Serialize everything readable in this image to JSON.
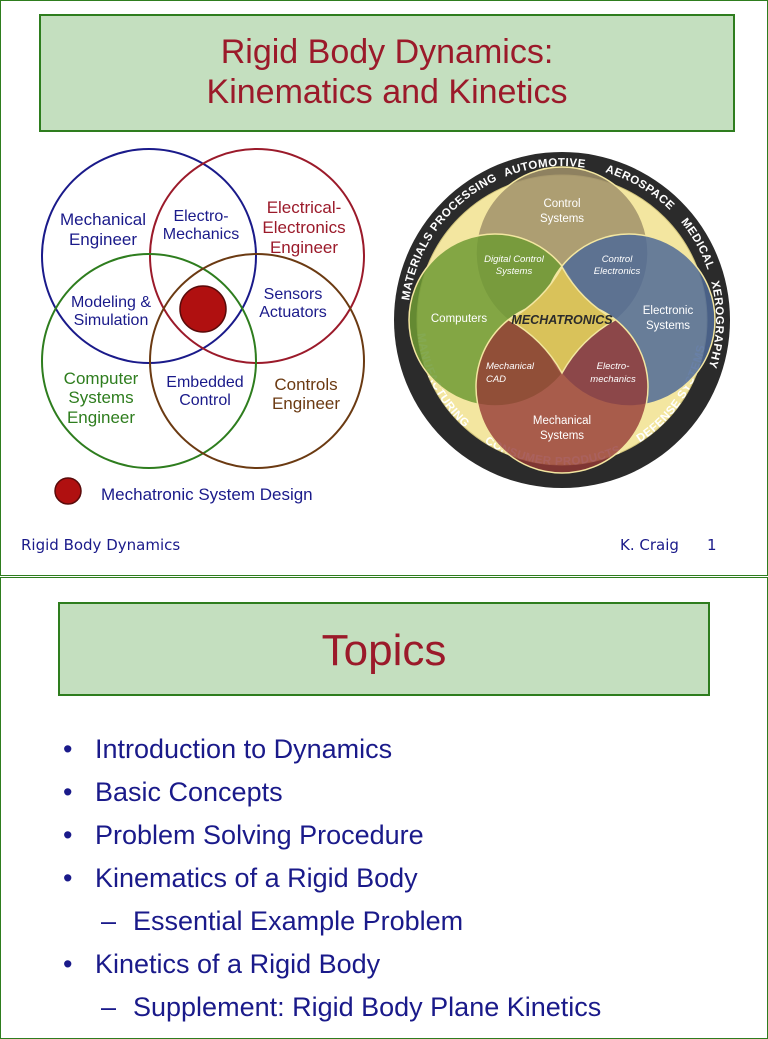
{
  "slide1": {
    "title_line1": "Rigid Body Dynamics:",
    "title_line2": "Kinematics and Kinetics",
    "venn": {
      "mech_line1": "Mechanical",
      "mech_line2": "Engineer",
      "em_line1": "Electro-",
      "em_line2": "Mechanics",
      "ee_line1": "Electrical-",
      "ee_line2": "Electronics",
      "ee_line3": "Engineer",
      "model_line1": "Modeling &",
      "model_line2": "Simulation",
      "sensors_line1": "Sensors",
      "sensors_line2": "Actuators",
      "comp_line1": "Computer",
      "comp_line2": "Systems",
      "comp_line3": "Engineer",
      "emb_line1": "Embedded",
      "emb_line2": "Control",
      "ctrl_line1": "Controls",
      "ctrl_line2": "Engineer",
      "legend": "Mechatronic System Design"
    },
    "wheel": {
      "ring_top": "AUTOMOTIVE",
      "ring_top_right": "AEROSPACE",
      "ring_right_upper": "MEDICAL",
      "ring_right": "XEROGRAPHY",
      "ring_right_lower": "DEFENSE SYSTEMS",
      "ring_bottom": "CONSUMER PRODUCTS",
      "ring_left_lower": "MANUFACTURING",
      "ring_left": "MATERIALS PROCESSING",
      "control_line1": "Control",
      "control_line2": "Systems",
      "computers": "Computers",
      "electronic_line1": "Electronic",
      "electronic_line2": "Systems",
      "mechanical_line1": "Mechanical",
      "mechanical_line2": "Systems",
      "digital_line1": "Digital Control",
      "digital_line2": "Systems",
      "ctrl_elec_line1": "Control",
      "ctrl_elec_line2": "Electronics",
      "mcad_line1": "Mechanical",
      "mcad_line2": "CAD",
      "electromech_line1": "Electro-",
      "electromech_line2": "mechanics",
      "center": "MECHATRONICS"
    },
    "footer_left": "Rigid Body Dynamics",
    "footer_author": "K. Craig",
    "footer_page": "1"
  },
  "slide2": {
    "title": "Topics",
    "bullets": [
      "Introduction to Dynamics",
      "Basic Concepts",
      "Problem Solving Procedure",
      "Kinematics of a Rigid Body",
      "Essential Example Problem",
      "Kinetics of a Rigid Body",
      "Supplement: Rigid Body Plane Kinetics"
    ],
    "bullet_mark": "•",
    "sub_mark": "–"
  },
  "colors": {
    "title_text": "#9b1a2a",
    "title_bg": "#c4dfbf",
    "border_green": "#2e7d1e",
    "body_blue": "#1a1a8a",
    "circle_blue": "#1a1a8a",
    "circle_red": "#9b1a2a",
    "circle_green": "#2e7d1e",
    "circle_brown": "#6b3a12",
    "center_dot": "#b01010"
  }
}
